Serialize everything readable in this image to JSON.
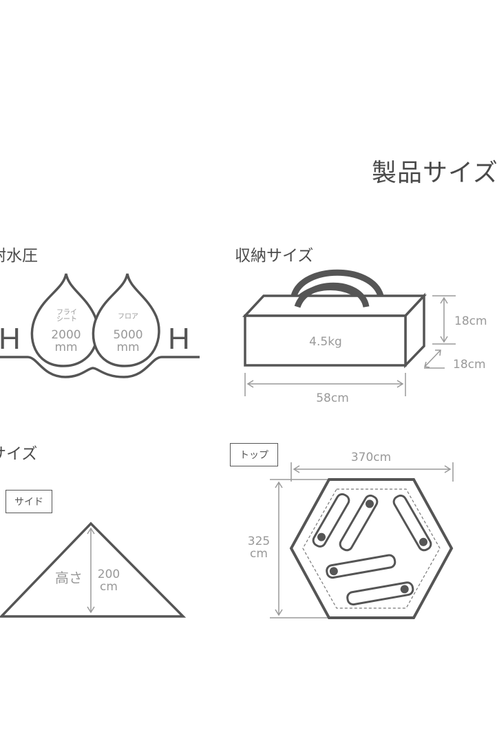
{
  "title": "製品サイズ",
  "water": {
    "heading": "耐水圧",
    "h_left": "H",
    "h_right": "H",
    "fly": {
      "label_line1": "フライ",
      "label_line2": "シート",
      "value": "2000",
      "unit": "mm"
    },
    "floor": {
      "label": "フロア",
      "value": "5000",
      "unit": "mm"
    }
  },
  "storage": {
    "heading": "収納サイズ",
    "weight": "4.5kg",
    "height": "18cm",
    "depth": "18cm",
    "width": "58cm"
  },
  "size": {
    "heading": "サイズ",
    "side": {
      "tag": "サイド",
      "label": "高さ",
      "value": "200",
      "unit": "cm"
    },
    "top": {
      "tag": "トップ",
      "width": "370cm",
      "depth_value": "325",
      "depth_unit": "cm"
    }
  },
  "colors": {
    "stroke": "#555555",
    "dimension": "#999999",
    "fill": "#ffffff"
  }
}
